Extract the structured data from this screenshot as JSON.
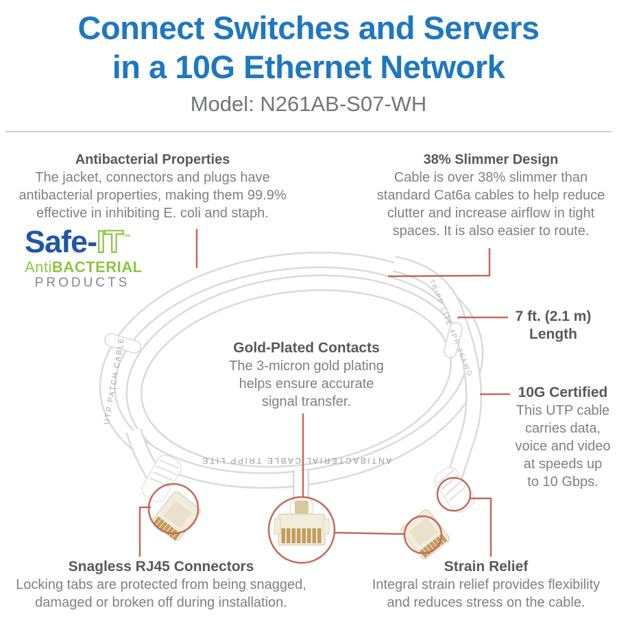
{
  "header": {
    "title_line1": "Connect Switches and Servers",
    "title_line2": "in a 10G Ethernet Network",
    "model": "Model: N261AB-S07-WH"
  },
  "logo": {
    "safe": "Safe",
    "hyphen": "-",
    "it": "IT",
    "tm": "™",
    "anti": "Anti",
    "bacterial": "BACTERIAL",
    "products": "PRODUCTS"
  },
  "callouts": {
    "antibacterial": {
      "heading": "Antibacterial Properties",
      "body_lines": [
        "The jacket, connectors and plugs have",
        "antibacterial properties, making them 99.9%",
        "effective in inhibiting E. coli and staph."
      ]
    },
    "slimmer": {
      "heading": "38% Slimmer Design",
      "body_lines": [
        "Cable is over 38% slimmer than",
        "standard Cat6a cables to help reduce",
        "clutter and increase airflow in tight",
        "spaces. It is also easier to route."
      ]
    },
    "length": {
      "lines": [
        "7 ft. (2.1 m)",
        "Length"
      ]
    },
    "gold": {
      "heading": "Gold-Plated Contacts",
      "body_lines": [
        "The 3-micron gold plating",
        "helps ensure accurate",
        "signal transfer."
      ]
    },
    "certified": {
      "heading": "10G Certified",
      "body_lines": [
        "This UTP cable",
        "carries data,",
        "voice and video",
        "at speeds up",
        "to 10 Gbps."
      ]
    },
    "snagless": {
      "heading": "Snagless RJ45 Connectors",
      "body_lines": [
        "Locking tabs are protected from being snagged,",
        "damaged or broken off during installation."
      ]
    },
    "strain": {
      "heading": "Strain Relief",
      "body_lines": [
        "Integral strain relief provides flexibility",
        "and reduces stress on the cable."
      ]
    }
  },
  "cable_print": {
    "bottom": "ANTIBACTERIAL CABLE TRIPP LITE",
    "left": "UTP   PATCH CABLE",
    "right": "TRIPP LITE 4PR 26AWG"
  },
  "colors": {
    "title_blue": "#1e78c0",
    "heading_gray": "#57585a",
    "body_gray": "#7e8084",
    "callout_red": "#c4695a",
    "logo_blue": "#2156a5",
    "logo_green": "#8dc63f",
    "products_gray": "#85878a"
  }
}
